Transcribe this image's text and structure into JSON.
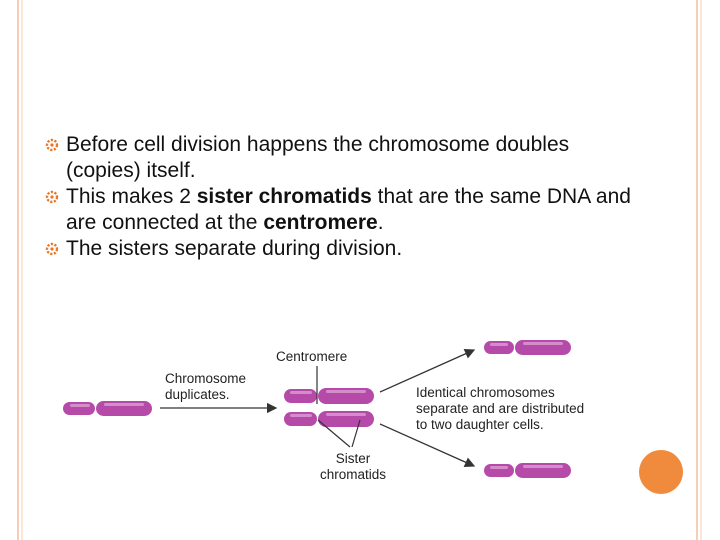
{
  "slide": {
    "bullets": [
      {
        "text": "Before cell division happens the chromosome doubles (copies) itself."
      },
      {
        "pre": "This makes 2 ",
        "bold1": "sister chromatids",
        "mid": " that are the same DNA and are connected at the ",
        "bold2": "centromere",
        "post": "."
      },
      {
        "text": "The sisters separate during division."
      }
    ]
  },
  "diagram": {
    "label_centromere": "Centromere",
    "label_chromosome_line1": "Chromosome",
    "label_chromosome_line2": "duplicates.",
    "label_identical_line1": "Identical chromosomes",
    "label_identical_line2": "separate and are distributed",
    "label_identical_line3": "to two daughter cells.",
    "label_sister_line1": "Sister",
    "label_sister_line2": "chromatids"
  },
  "colors": {
    "chromosome": "#b54aa9",
    "chromosome_light": "#d58ccb",
    "bullet": "#e8772a",
    "border": "#f6cdb5",
    "accent_circle": "#f08a3c"
  }
}
